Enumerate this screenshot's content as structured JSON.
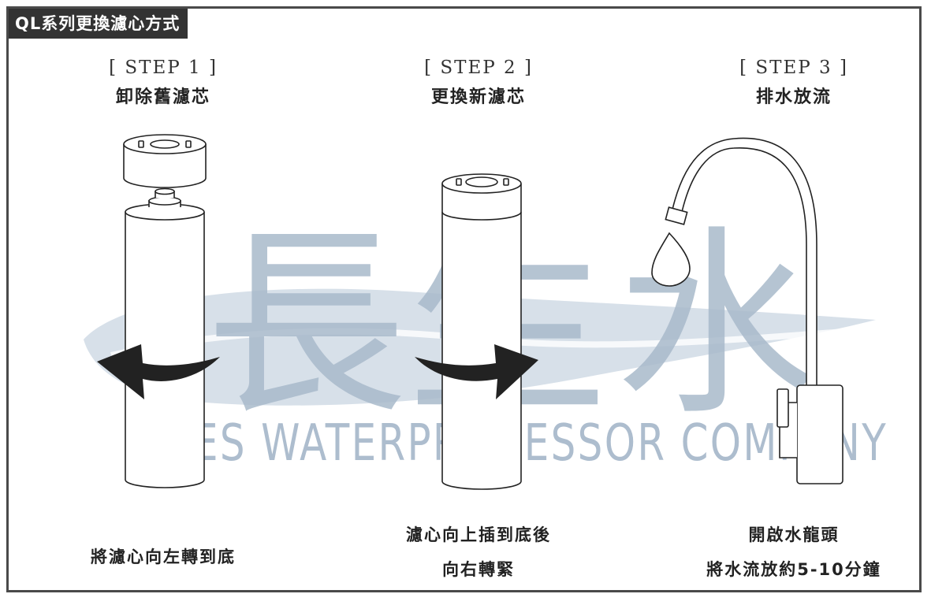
{
  "title": "QL系列更換濾心方式",
  "watermark": {
    "chinese": [
      "長",
      "生",
      "水"
    ],
    "english": "LEES WATERPROCESSOR COMPANY",
    "color": "#9fb2c6"
  },
  "steps": [
    {
      "label": "[ STEP 1 ]",
      "title": "卸除舊濾芯",
      "caption": [
        "將濾心向左轉到底"
      ],
      "arrow": "left"
    },
    {
      "label": "[ STEP 2 ]",
      "title": "更換新濾芯",
      "caption": [
        "濾心向上插到底後",
        "向右轉緊"
      ],
      "arrow": "right"
    },
    {
      "label": "[ STEP 3 ]",
      "title": "排水放流",
      "caption": [
        "開啟水龍頭",
        "將水流放約5-10分鐘"
      ]
    }
  ],
  "colors": {
    "title_bg": "#333333",
    "border": "#4a4a4a",
    "arrow": "#222222"
  }
}
